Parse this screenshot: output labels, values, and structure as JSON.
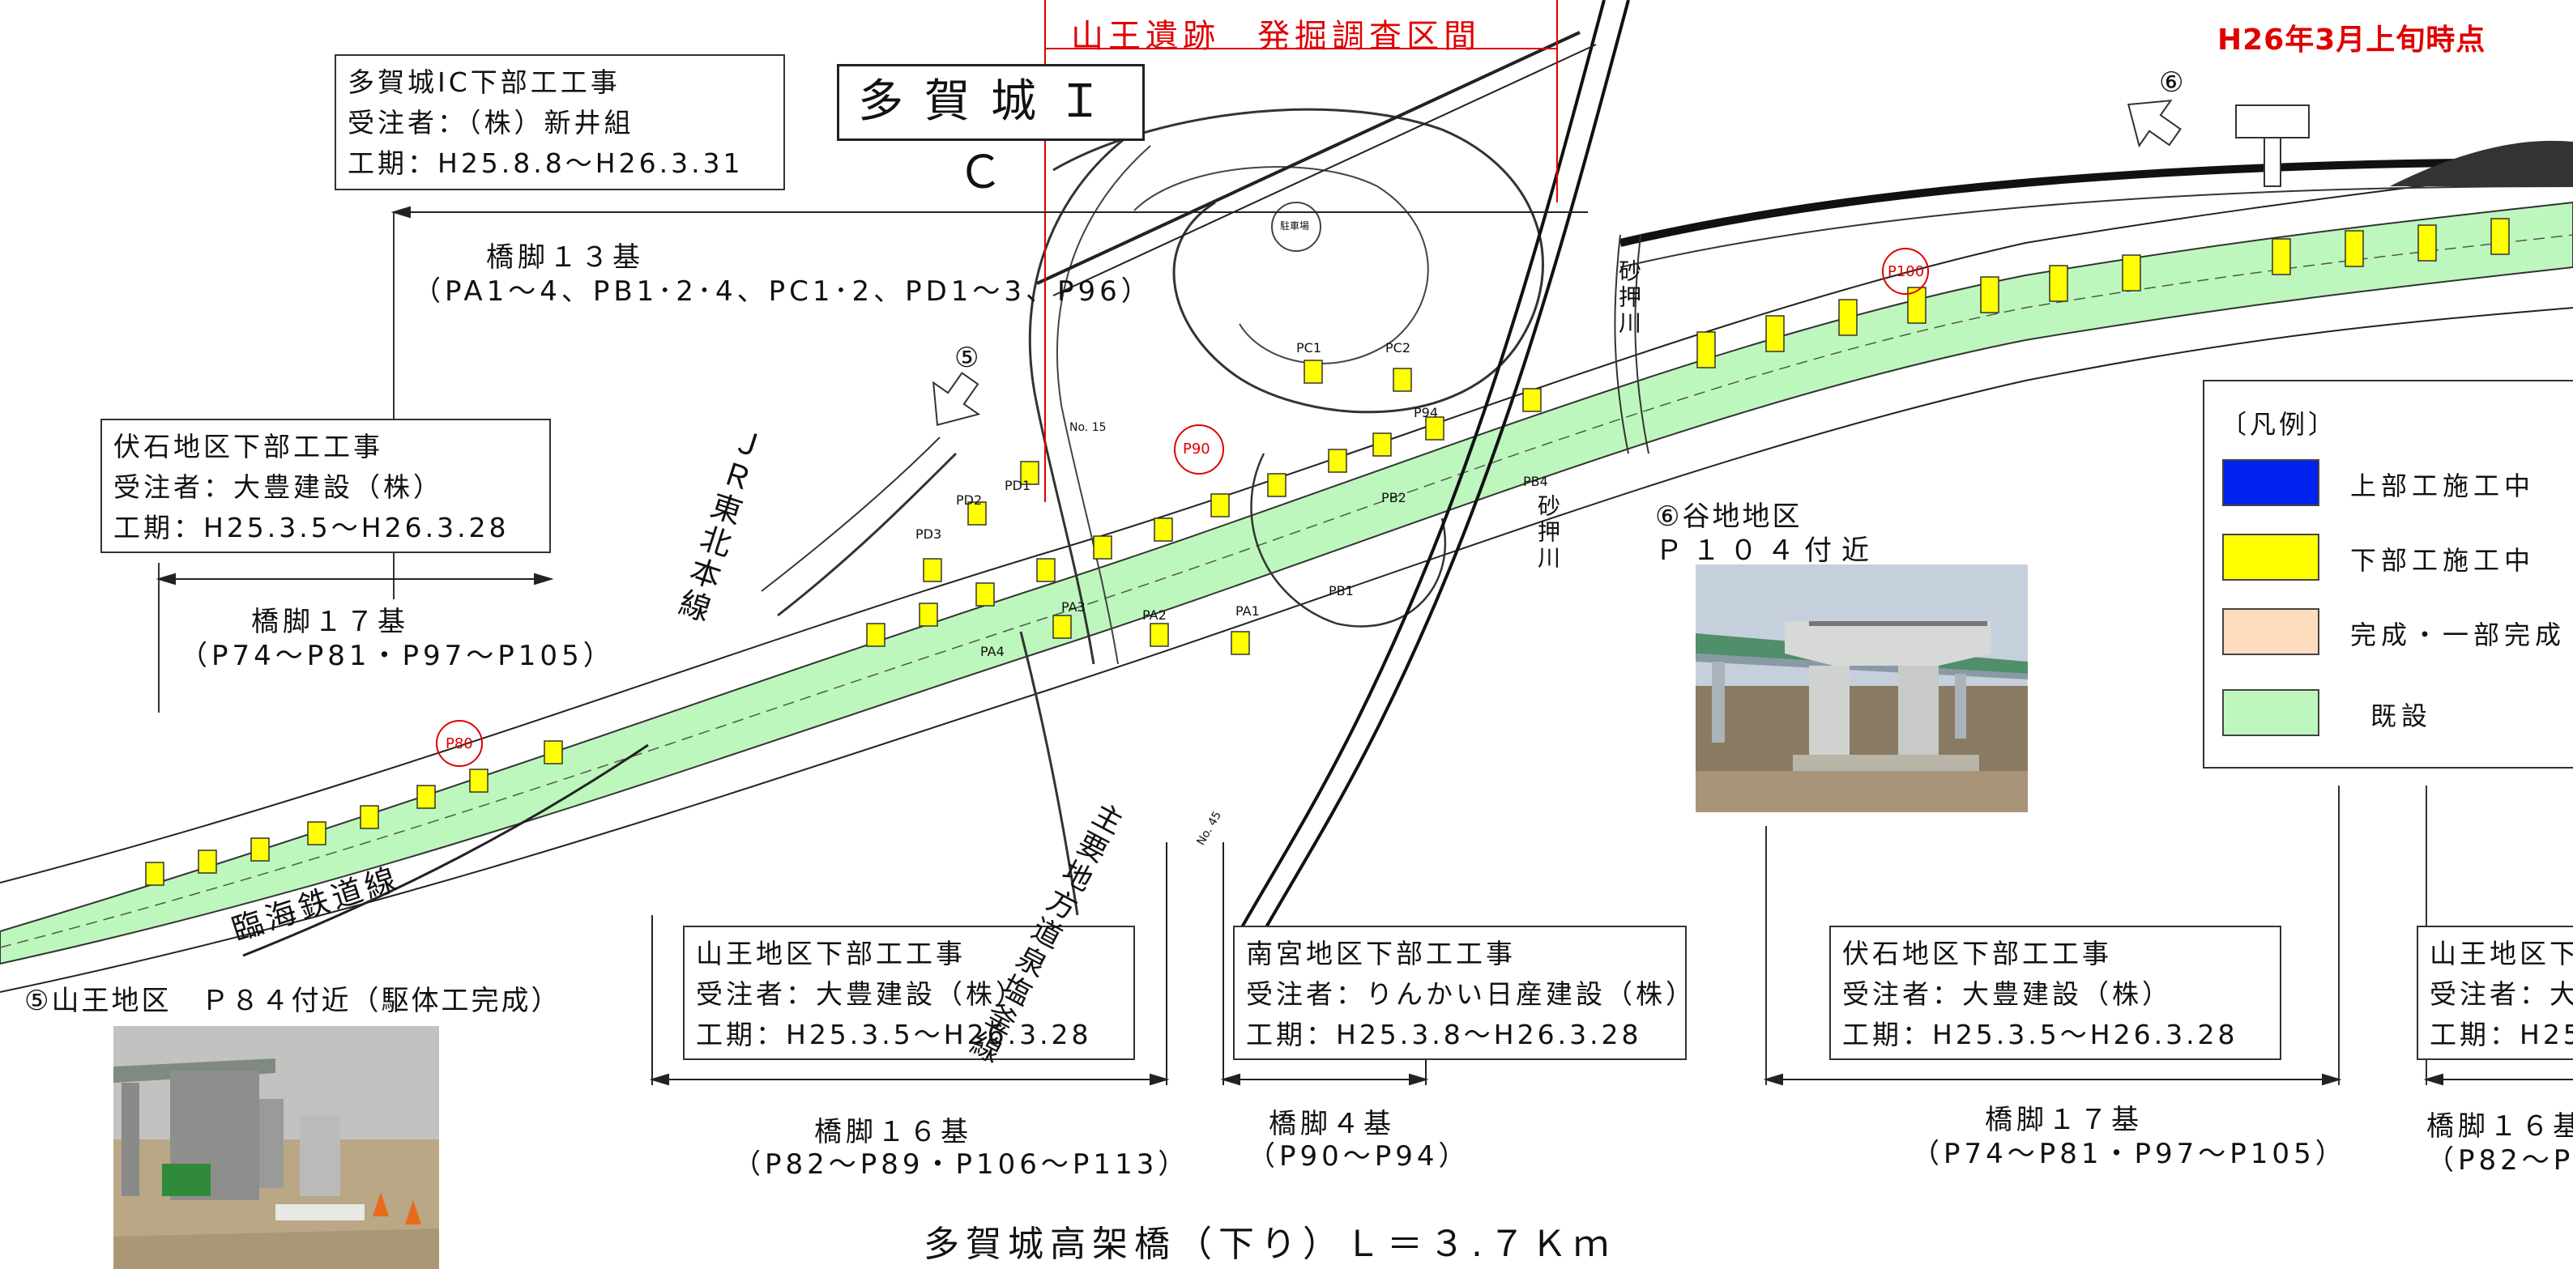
{
  "header": {
    "date_note": "H26年3月上旬時点",
    "excavation": "山王遺跡　発掘調査区間",
    "interchange": "多賀城ＩＣ",
    "direction_6": "⑥",
    "direction_5": "⑤"
  },
  "contracts": {
    "tagajo_ic": {
      "name": "多賀城IC下部工工事",
      "contractor": "受注者：（株）新井組",
      "period": "工期：H25.8.8～H26.3.31",
      "piers": "橋脚１３基",
      "pier_list": "（PA1～4、PB1･2･4、PC1･2、PD1～3、P96）"
    },
    "fushiishi_top": {
      "name": "伏石地区下部工工事",
      "contractor": "受注者：大豊建設（株）",
      "period": "工期：H25.3.5～H26.3.28",
      "piers": "橋脚１７基",
      "pier_list": "（P74～P81・P97～P105）"
    },
    "sanno": {
      "name": "山王地区下部工工事",
      "contractor": "受注者：大豊建設（株）",
      "period": "工期：H25.3.5～H26.3.28",
      "piers": "橋脚１６基",
      "pier_list": "（P82～P89・P106～P113）"
    },
    "minamimiya": {
      "name": "南宮地区下部工工事",
      "contractor": "受注者：りんかい日産建設（株）",
      "period": "工期：H25.3.8～H26.3.28",
      "piers": "橋脚４基",
      "pier_list": "（P90～P94）"
    },
    "fushiishi_bottom": {
      "name": "伏石地区下部工工事",
      "contractor": "受注者：大豊建設（株）",
      "period": "工期：H25.3.5～H26.3.28",
      "piers": "橋脚１７基",
      "pier_list": "（P74～P81・P97～P105）"
    },
    "sanno_right": {
      "name": "山王地区下",
      "contractor": "受注者：大",
      "period": "工期：H25",
      "piers": "橋脚１６基",
      "pier_list": "（P82～P89"
    }
  },
  "map_labels": {
    "jr_line": "ＪＲ東北本線",
    "rinkai_line": "臨海鉄道線",
    "prefectural_road": "主要地方道泉塩釜線",
    "river_upper": "砂押川",
    "river_lower": "砂押川",
    "p90": "P90",
    "p80": "P80",
    "p100": "P100",
    "pc1": "PC1",
    "pc2": "PC2",
    "pd1": "PD1",
    "pd2": "PD2",
    "pd3": "PD3",
    "pb1": "PB1",
    "pb2": "PB2",
    "pb4": "PB4",
    "pa1": "PA1",
    "pa2": "PA2",
    "pa3": "PA3",
    "pa4": "PA4",
    "p94": "P94",
    "no15": "No. 15",
    "no45": "No. 45",
    "station_tag": "駐車場"
  },
  "photos": {
    "p104": {
      "caption_1": "⑥谷地地区",
      "caption_2": "Ｐ１０４付近"
    },
    "p84": {
      "caption": "⑤山王地区　Ｐ８４付近（駆体工完成）"
    }
  },
  "legend": {
    "title": "〔凡例〕",
    "items": [
      {
        "label": "上部工施工中",
        "color": "#0022ee"
      },
      {
        "label": "下部工施工中",
        "color": "#ffff00"
      },
      {
        "label": "完成・一部完成",
        "color": "#fddcbd"
      },
      {
        "label": "既設",
        "color": "#bdf7bd"
      }
    ]
  },
  "footer": {
    "title": "多賀城高架橋（下り）Ｌ＝３.７Ｋｍ"
  },
  "colors": {
    "highlight_red": "#e00000",
    "existing_bridge": "#bdf7bd",
    "substructure": "#ffff00"
  }
}
